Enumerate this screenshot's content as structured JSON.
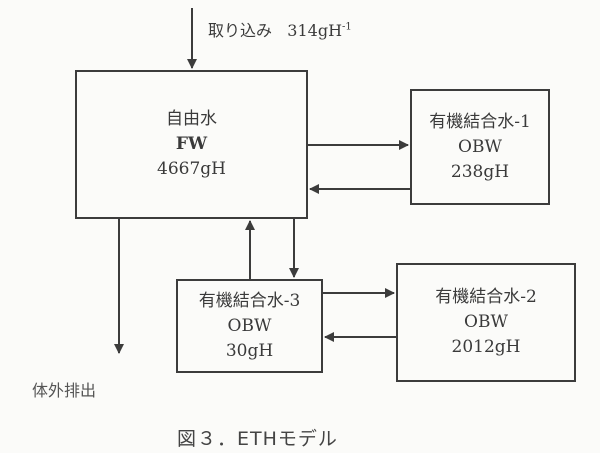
{
  "intake": {
    "label": "取り込み",
    "value": "314gH",
    "superscript": "-1"
  },
  "free_water": {
    "name": "自由水",
    "abbr": "FW",
    "amount": "4667gH"
  },
  "obw1": {
    "name": "有機結合水-1",
    "abbr": "OBW",
    "amount": "238gH"
  },
  "obw2": {
    "name": "有機結合水-2",
    "abbr": "OBW",
    "amount": "2012gH"
  },
  "obw3": {
    "name": "有機結合水-3",
    "abbr": "OBW",
    "amount": "30gH"
  },
  "excretion": {
    "label": "体外排出"
  },
  "caption": "図３．ETHモデル",
  "colors": {
    "line": "#3c3c3c",
    "background": "#fbfbf9"
  }
}
